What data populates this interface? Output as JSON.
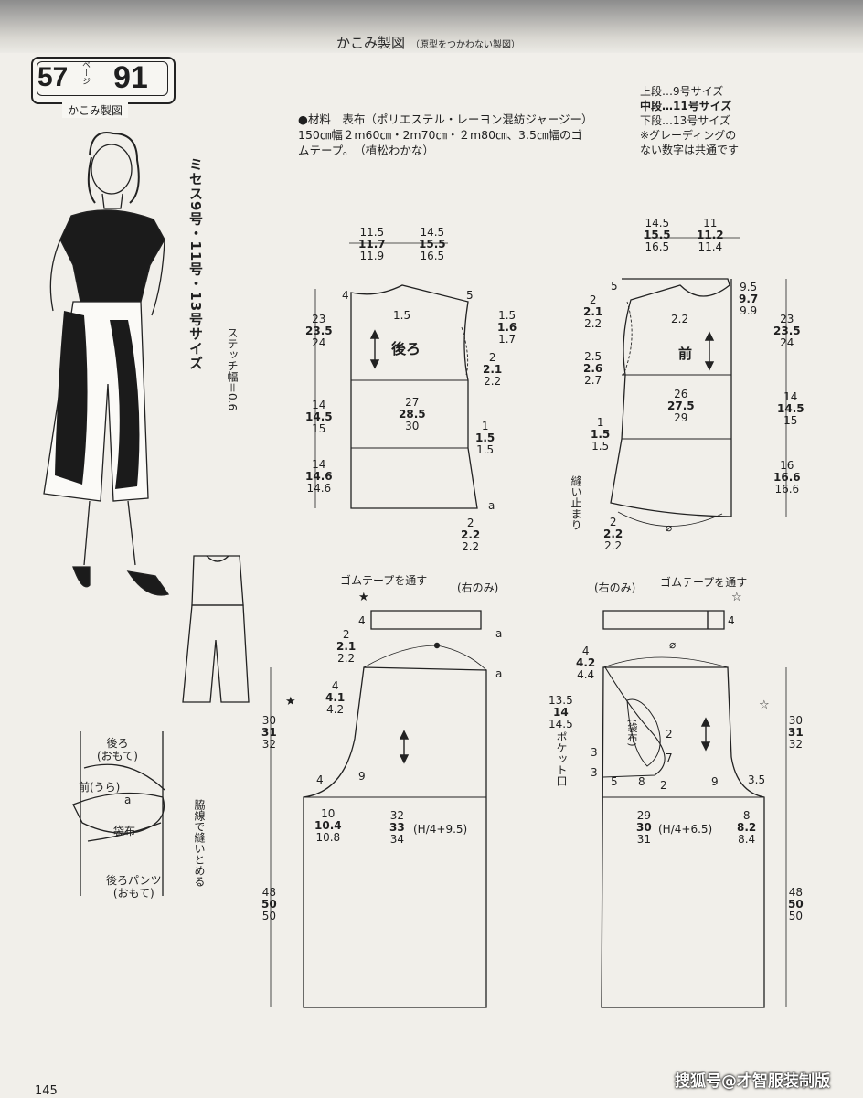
{
  "header": {
    "title": "かこみ製図",
    "subtitle": "（原型をつかわない製図）"
  },
  "page_ref": {
    "left_number": "57",
    "pe_label": "ページ",
    "right_number": "91",
    "caption": "かこみ製図"
  },
  "sizes_vertical": "ミセス9号・11号・13号サイズ",
  "stitch_note": "ステッチ幅＝0.6",
  "materials": "●材料　表布（ポリエステル・レーヨン混紡ジャージー）150㎝幅２m60㎝・2m70㎝・２m80㎝、3.5㎝幅のゴムテープ。　（植松わかな）",
  "legend": {
    "upper": "上段…9号サイズ",
    "middle": "中段…11号サイズ",
    "lower": "下段…13号サイズ",
    "note1": "※グレーディングの",
    "note2": "ない数字は共通です"
  },
  "back_bodice": {
    "label": "後ろ",
    "top_w1": [
      "11.5",
      "11.7",
      "11.9"
    ],
    "top_w2": [
      "14.5",
      "15.5",
      "16.5"
    ],
    "h1": [
      "23",
      "23.5",
      "24"
    ],
    "h2": [
      "14",
      "14.5",
      "15"
    ],
    "h3": [
      "14",
      "14.6",
      "14.6"
    ],
    "width": [
      "27",
      "28.5",
      "30"
    ],
    "neck": "1.5",
    "shoulder": [
      "1.5",
      "1.6",
      "1.7"
    ],
    "arm": [
      "2",
      "2.1",
      "2.2"
    ],
    "side": [
      "1",
      "1.5",
      "1.5"
    ],
    "hem": [
      "2",
      "2.2",
      "2.2"
    ],
    "mark_a": "a",
    "n4": "4",
    "n5": "5"
  },
  "front_bodice": {
    "label": "前",
    "top_w1": [
      "14.5",
      "15.5",
      "16.5"
    ],
    "top_w2": [
      "11",
      "11.2",
      "11.4"
    ],
    "right1": [
      "9.5",
      "9.7",
      "9.9"
    ],
    "h1": [
      "23",
      "23.5",
      "24"
    ],
    "h2": [
      "14",
      "14.5",
      "15"
    ],
    "h3": [
      "16",
      "16.6",
      "16.6"
    ],
    "width": [
      "26",
      "27.5",
      "29"
    ],
    "neck": "2.2",
    "left1": [
      "2",
      "2.1",
      "2.2"
    ],
    "left2": [
      "2.5",
      "2.6",
      "2.7"
    ],
    "left3": [
      "1",
      "1.5",
      "1.5"
    ],
    "hem": [
      "2",
      "2.2",
      "2.2"
    ],
    "stop_note": "縫い止まり",
    "n5": "5",
    "dia": "⌀"
  },
  "back_pants": {
    "tape_note": "ゴムテープを通す",
    "right_only": "(右のみ)",
    "tape_w": "4",
    "star": "★",
    "mark_a": "a",
    "top_left": [
      "2",
      "2.1",
      "2.2"
    ],
    "rise": [
      "4",
      "4.1",
      "4.2"
    ],
    "h1": [
      "30",
      "31",
      "32"
    ],
    "h2": [
      "48",
      "50",
      "50"
    ],
    "crotch1": "4",
    "crotch2": "9",
    "crotch3": [
      "10",
      "10.4",
      "10.8"
    ],
    "hip": [
      "32",
      "33",
      "34"
    ],
    "hip_formula": "(H/4+9.5)"
  },
  "front_pants": {
    "tape_note": "ゴムテープを通す",
    "right_only": "(右のみ)",
    "tape_w": "4",
    "star": "☆",
    "top_left": [
      "4",
      "4.2",
      "4.4"
    ],
    "pocket_top": [
      "13.5",
      "14",
      "14.5"
    ],
    "pocket_label": "ポケット口",
    "pocket_bag": "(袋布)",
    "h1": [
      "30",
      "31",
      "32"
    ],
    "h2": [
      "48",
      "50",
      "50"
    ],
    "p2": "2",
    "p3": "3",
    "p5": "5",
    "p7": "7",
    "p8": "8",
    "p9": "9",
    "p35": "3.5",
    "crotch": [
      "8",
      "8.2",
      "8.4"
    ],
    "hip": [
      "29",
      "30",
      "31"
    ],
    "hip_formula": "(H/4+6.5)",
    "dia": "⌀"
  },
  "pocket_diagram": {
    "back_outer": "後ろ\n(おもて)",
    "front_inner": "前(うら)",
    "mark_a": "a",
    "bag": "袋布",
    "side_seam_note": "脇線で縫いとめる",
    "back_pants_outer": "後ろパンツ\n(おもて)"
  },
  "page_number": "145",
  "watermark": "搜狐号@才智服装制版"
}
